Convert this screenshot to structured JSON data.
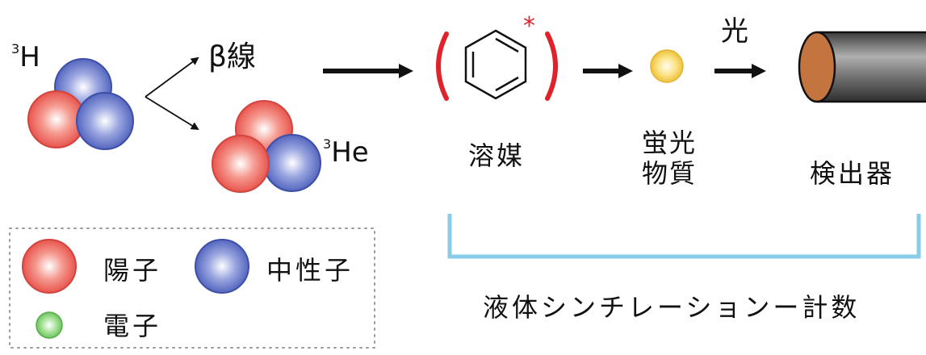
{
  "labels": {
    "tritium_mass": "3",
    "tritium_symbol": "H",
    "beta_ray": "β線",
    "helium_mass": "3",
    "helium_symbol": "He",
    "solvent": "溶媒",
    "fluorescent_line1": "蛍光",
    "fluorescent_line2": "物質",
    "light": "光",
    "detector": "検出器",
    "excited_mark": "*",
    "method": "液体シンチレーションー計数"
  },
  "legend": {
    "proton": "陽子",
    "neutron": "中性子",
    "electron": "電子"
  },
  "colors": {
    "proton": "#ee5a55",
    "neutron": "#5f73c6",
    "electron": "#7fcf6f",
    "fluorescent": "#f5d24a",
    "bracket": "#e0222a",
    "brace": "#87cdea",
    "detector_face": "#c4743e",
    "detector_body": "#6e6e6e"
  }
}
